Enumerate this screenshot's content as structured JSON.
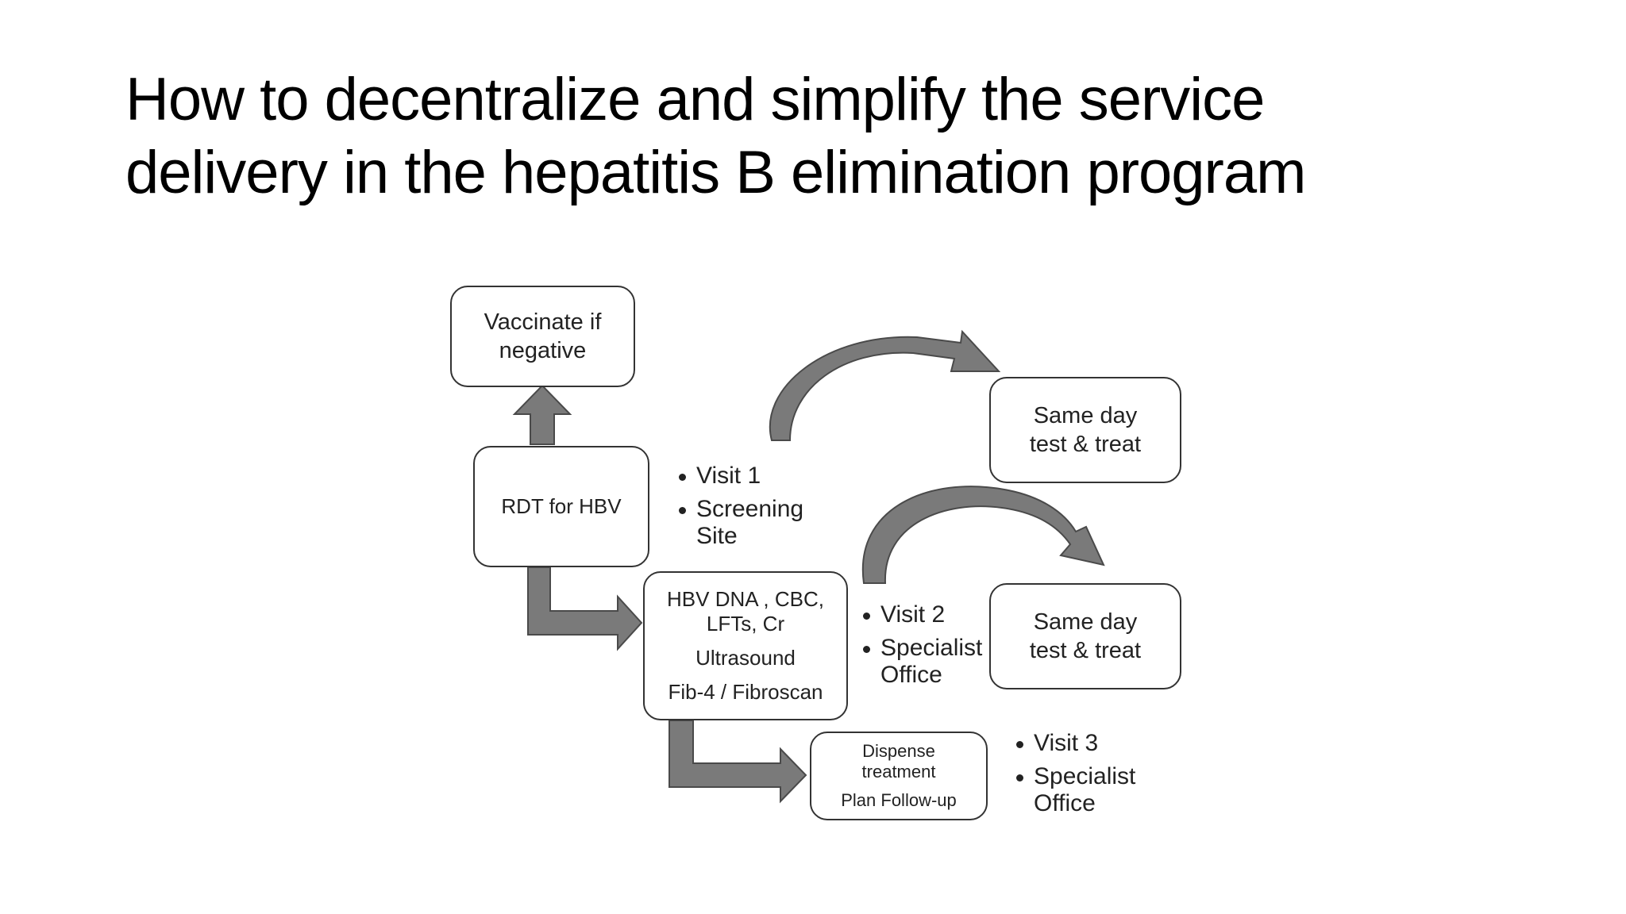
{
  "title": {
    "line1": "How to decentralize and simplify the service",
    "line2": "delivery in the hepatitis B elimination program"
  },
  "diagram": {
    "vaccinate": {
      "line1": "Vaccinate if",
      "line2": "negative"
    },
    "rdt": {
      "label": "RDT for HBV"
    },
    "tests": {
      "line1": "HBV DNA , CBC,",
      "line2": "LFTs, Cr",
      "line3": "Ultrasound",
      "line4": "Fib-4 / Fibroscan"
    },
    "dispense": {
      "line1": "Dispense",
      "line2": "treatment",
      "line3": "Plan Follow-up"
    },
    "same_day_1": {
      "line1": "Same day",
      "line2": "test & treat"
    },
    "same_day_2": {
      "line1": "Same day",
      "line2": "test & treat"
    },
    "visit1": {
      "bullet1": "Visit 1",
      "bullet2_line1": "Screening",
      "bullet2_line2": "Site"
    },
    "visit2": {
      "bullet1": "Visit 2",
      "bullet2_line1": "Specialist",
      "bullet2_line2": "Office"
    },
    "visit3": {
      "bullet1": "Visit 3",
      "bullet2_line1": "Specialist",
      "bullet2_line2": "Office"
    },
    "colors": {
      "arrow_fill": "#7a7a7a",
      "arrow_stroke": "#4a4a4a",
      "box_border": "#333333"
    }
  }
}
